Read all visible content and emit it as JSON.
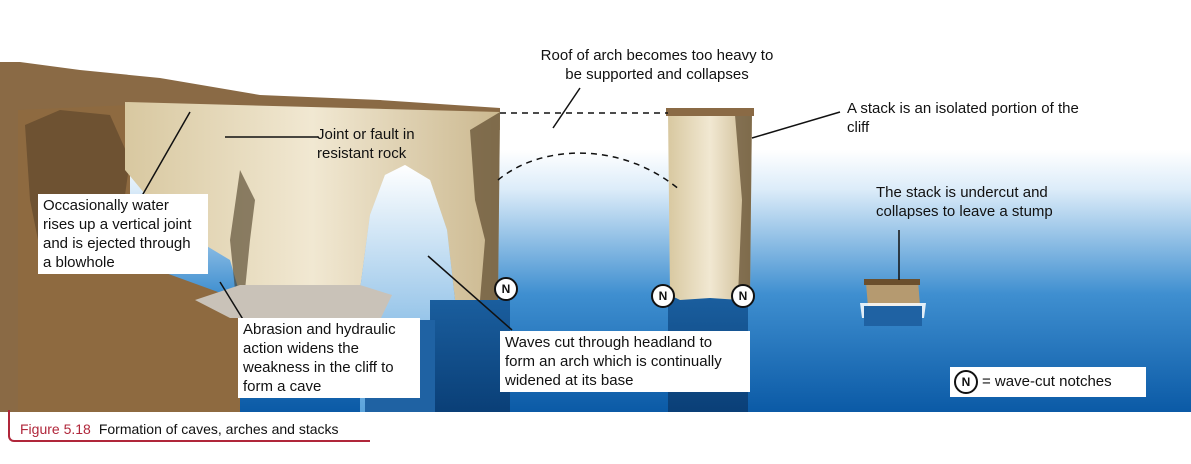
{
  "labels": {
    "joint": "Joint or fault in resistant rock",
    "blowhole": "Occasionally water rises up a vertical joint and is ejected through a blowhole",
    "roof": "Roof of arch becomes too heavy to be supported and collapses",
    "stack": "A stack is an isolated portion of the cliff",
    "stump": "The stack is undercut and collapses to leave a stump",
    "abrasion": "Abrasion and hydraulic action widens the weakness in the cliff to form a cave",
    "waves": "Waves cut through headland to form an arch which is continually widened at its base",
    "notch_symbol": "N",
    "legend": "= wave-cut notches"
  },
  "caption": {
    "number": "Figure 5.18",
    "text": "Formation of caves, arches and stacks"
  },
  "colors": {
    "sea_deep": "#0b5aa6",
    "sea_light": "#cfe6f8",
    "rock": "#e8dcc0",
    "land": "#8a6a45",
    "accent": "#b0263a"
  }
}
